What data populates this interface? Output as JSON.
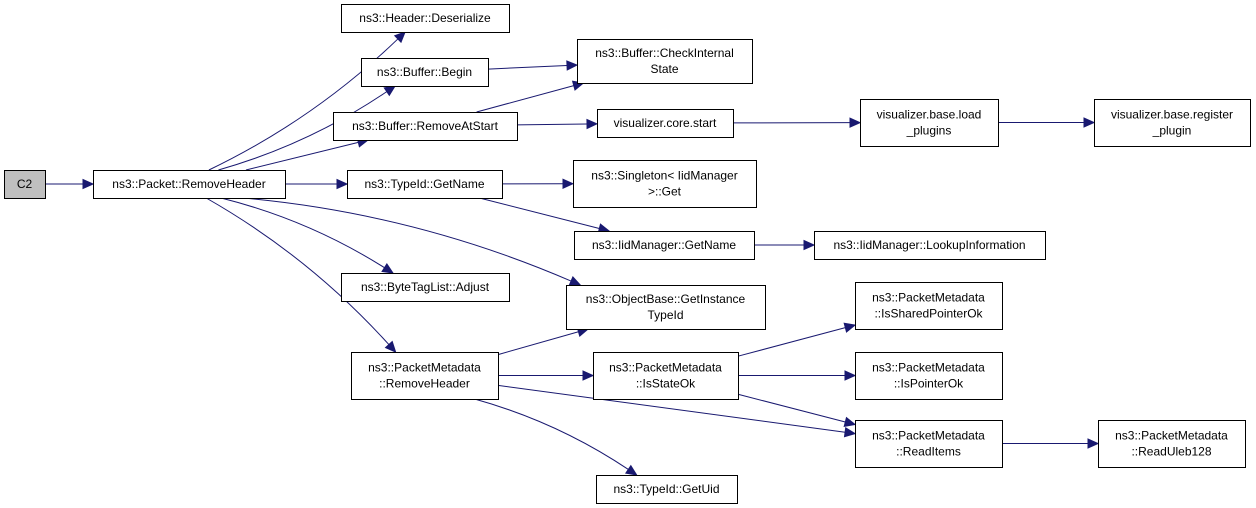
{
  "diagram": {
    "colors": {
      "edge": "#191970",
      "root_fill": "#bfbfbf",
      "node_fill": "#ffffff",
      "border": "#000000"
    },
    "nodes": [
      {
        "id": "c2",
        "lines": [
          "C2"
        ],
        "root": true
      },
      {
        "id": "packet-removeheader",
        "lines": [
          "ns3::Packet::RemoveHeader"
        ]
      },
      {
        "id": "header-deserialize",
        "lines": [
          "ns3::Header::Deserialize"
        ]
      },
      {
        "id": "buffer-begin",
        "lines": [
          "ns3::Buffer::Begin"
        ]
      },
      {
        "id": "buffer-removeatstart",
        "lines": [
          "ns3::Buffer::RemoveAtStart"
        ]
      },
      {
        "id": "typeid-getname",
        "lines": [
          "ns3::TypeId::GetName"
        ]
      },
      {
        "id": "bytetaglist-adjust",
        "lines": [
          "ns3::ByteTagList::Adjust"
        ]
      },
      {
        "id": "packetmetadata-removeheader",
        "lines": [
          "ns3::PacketMetadata",
          "::RemoveHeader"
        ]
      },
      {
        "id": "buffer-checkinternalstate",
        "lines": [
          "ns3::Buffer::CheckInternal",
          "State"
        ]
      },
      {
        "id": "visualizer-core-start",
        "lines": [
          "visualizer.core.start"
        ]
      },
      {
        "id": "singleton-get",
        "lines": [
          "ns3::Singleton< IidManager",
          ">::Get"
        ]
      },
      {
        "id": "iidmanager-getname",
        "lines": [
          "ns3::IidManager::GetName"
        ]
      },
      {
        "id": "objectbase-getinstancetypeid",
        "lines": [
          "ns3::ObjectBase::GetInstance",
          "TypeId"
        ]
      },
      {
        "id": "packetmetadata-isstateok",
        "lines": [
          "ns3::PacketMetadata",
          "::IsStateOk"
        ]
      },
      {
        "id": "typeid-getuid",
        "lines": [
          "ns3::TypeId::GetUid"
        ]
      },
      {
        "id": "visualizer-base-load-plugins",
        "lines": [
          "visualizer.base.load",
          "_plugins"
        ]
      },
      {
        "id": "iidmanager-lookupinformation",
        "lines": [
          "ns3::IidManager::LookupInformation"
        ]
      },
      {
        "id": "packetmetadata-issharedpointerok",
        "lines": [
          "ns3::PacketMetadata",
          "::IsSharedPointerOk"
        ]
      },
      {
        "id": "packetmetadata-ispointerok",
        "lines": [
          "ns3::PacketMetadata",
          "::IsPointerOk"
        ]
      },
      {
        "id": "packetmetadata-readitems",
        "lines": [
          "ns3::PacketMetadata",
          "::ReadItems"
        ]
      },
      {
        "id": "visualizer-base-register-plugin",
        "lines": [
          "visualizer.base.register",
          "_plugin"
        ]
      },
      {
        "id": "packetmetadata-readuleb128",
        "lines": [
          "ns3::PacketMetadata",
          "::ReadUleb128"
        ]
      }
    ],
    "edges": [
      {
        "from": "c2",
        "to": "packet-removeheader"
      },
      {
        "from": "packet-removeheader",
        "to": "header-deserialize"
      },
      {
        "from": "packet-removeheader",
        "to": "buffer-begin"
      },
      {
        "from": "packet-removeheader",
        "to": "buffer-removeatstart"
      },
      {
        "from": "packet-removeheader",
        "to": "typeid-getname"
      },
      {
        "from": "packet-removeheader",
        "to": "bytetaglist-adjust"
      },
      {
        "from": "packet-removeheader",
        "to": "objectbase-getinstancetypeid"
      },
      {
        "from": "packet-removeheader",
        "to": "packetmetadata-removeheader"
      },
      {
        "from": "buffer-begin",
        "to": "buffer-checkinternalstate"
      },
      {
        "from": "buffer-removeatstart",
        "to": "buffer-checkinternalstate"
      },
      {
        "from": "buffer-removeatstart",
        "to": "visualizer-core-start"
      },
      {
        "from": "visualizer-core-start",
        "to": "visualizer-base-load-plugins"
      },
      {
        "from": "visualizer-base-load-plugins",
        "to": "visualizer-base-register-plugin"
      },
      {
        "from": "typeid-getname",
        "to": "singleton-get"
      },
      {
        "from": "typeid-getname",
        "to": "iidmanager-getname"
      },
      {
        "from": "iidmanager-getname",
        "to": "iidmanager-lookupinformation"
      },
      {
        "from": "packetmetadata-removeheader",
        "to": "objectbase-getinstancetypeid"
      },
      {
        "from": "packetmetadata-removeheader",
        "to": "packetmetadata-isstateok"
      },
      {
        "from": "packetmetadata-removeheader",
        "to": "packetmetadata-readitems"
      },
      {
        "from": "packetmetadata-removeheader",
        "to": "typeid-getuid"
      },
      {
        "from": "packetmetadata-isstateok",
        "to": "packetmetadata-issharedpointerok"
      },
      {
        "from": "packetmetadata-isstateok",
        "to": "packetmetadata-ispointerok"
      },
      {
        "from": "packetmetadata-isstateok",
        "to": "packetmetadata-readitems"
      },
      {
        "from": "packetmetadata-readitems",
        "to": "packetmetadata-readuleb128"
      }
    ]
  }
}
